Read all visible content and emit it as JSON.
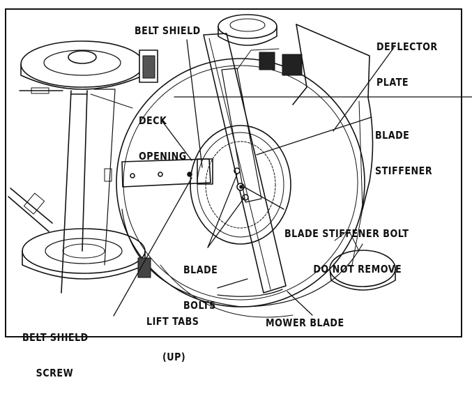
{
  "figure": {
    "subject": "Lawn mower underside showing blade assembly",
    "labels": {
      "belt_shield": "BELT SHIELD",
      "deflector_plate": [
        "DEFLECTOR",
        "PLATE"
      ],
      "deck_opening": [
        "DECK",
        "OPENING"
      ],
      "blade_stiffener": [
        "BLADE",
        "STIFFENER"
      ],
      "blade_stiffener_bolt": [
        "BLADE STIFFENER BOLT",
        "DO NOT REMOVE"
      ],
      "blade_bolts": [
        "BLADE",
        "BOLTS"
      ],
      "belt_shield_screw": [
        "BELT SHIELD",
        "SCREW"
      ],
      "lift_tabs": [
        "LIFT TABS",
        "(UP)"
      ],
      "mower_blade": "MOWER BLADE"
    },
    "colors": {
      "ink": "#111111",
      "paper": "#ffffff",
      "shade": "#333333"
    }
  }
}
